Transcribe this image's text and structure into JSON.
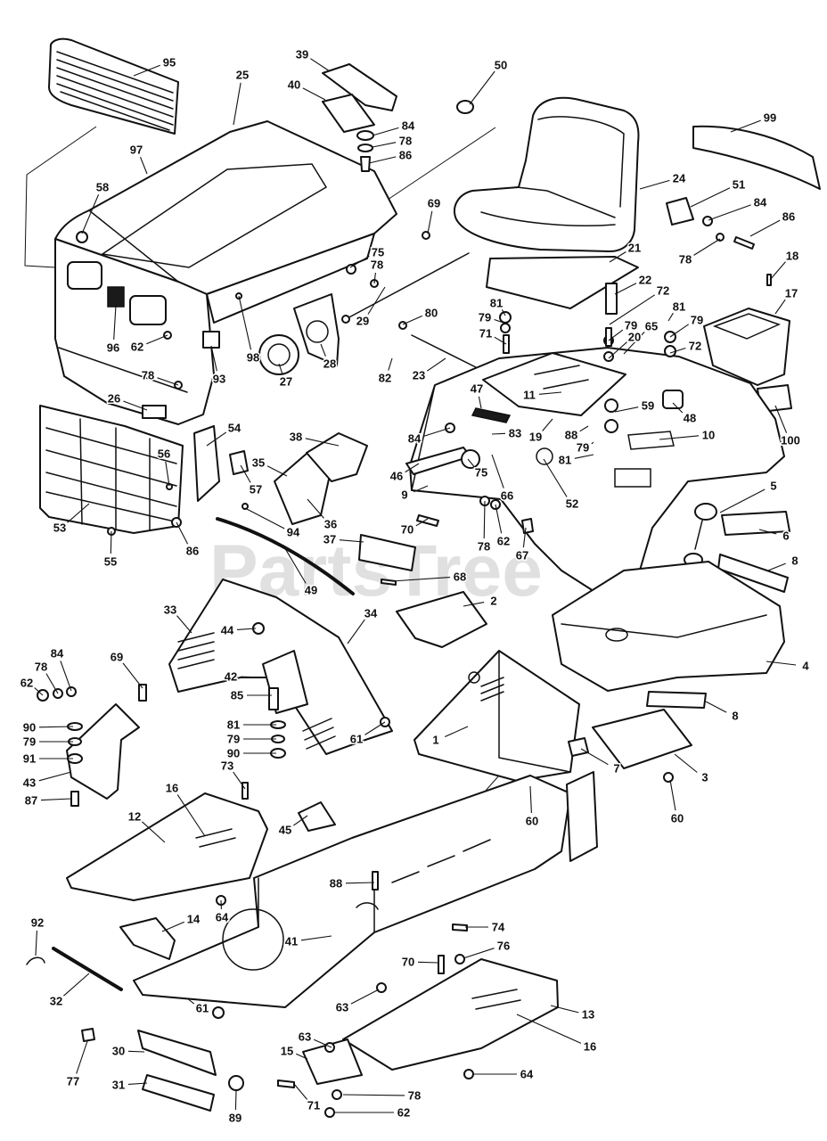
{
  "diagram": {
    "watermark": "PartsTree",
    "watermark_mark": "™",
    "callouts": [
      "95",
      "25",
      "39",
      "40",
      "50",
      "99",
      "84",
      "78",
      "86",
      "97",
      "58",
      "24",
      "51",
      "84",
      "86",
      "78",
      "69",
      "18",
      "75",
      "78",
      "21",
      "22",
      "72",
      "17",
      "81",
      "79",
      "80",
      "71",
      "81",
      "79",
      "79",
      "65",
      "20",
      "72",
      "29",
      "96",
      "62",
      "98",
      "82",
      "23",
      "27",
      "28",
      "93",
      "78",
      "11",
      "47",
      "59",
      "48",
      "26",
      "84",
      "83",
      "19",
      "88",
      "10",
      "100",
      "79",
      "81",
      "54",
      "38",
      "35",
      "46",
      "75",
      "56",
      "57",
      "9",
      "66",
      "52",
      "5",
      "36",
      "53",
      "94",
      "70",
      "6",
      "37",
      "62",
      "78",
      "67",
      "86",
      "55",
      "49",
      "68",
      "8",
      "2",
      "33",
      "34",
      "44",
      "84",
      "78",
      "69",
      "62",
      "42",
      "4",
      "85",
      "90",
      "79",
      "81",
      "79",
      "90",
      "91",
      "61",
      "8",
      "1",
      "7",
      "73",
      "43",
      "3",
      "16",
      "87",
      "45",
      "12",
      "60",
      "60",
      "88",
      "64",
      "14",
      "92",
      "74",
      "41",
      "76",
      "70",
      "32",
      "13",
      "61",
      "63",
      "16",
      "63",
      "30",
      "15",
      "77",
      "31",
      "64",
      "89",
      "71",
      "78",
      "62"
    ]
  }
}
